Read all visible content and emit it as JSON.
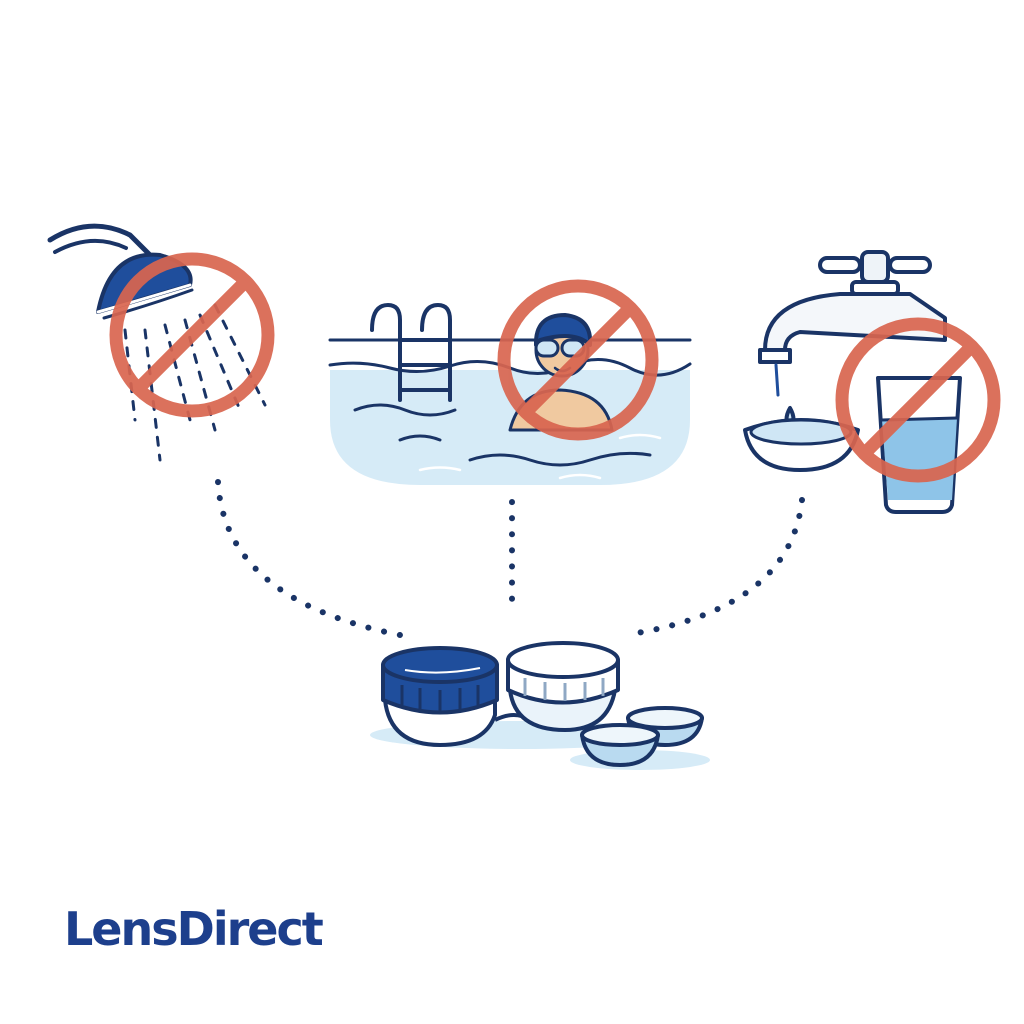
{
  "brand": {
    "logo_text": "LensDirect",
    "color": "#1d3f8c"
  },
  "colors": {
    "outline": "#1a3466",
    "accent_blue": "#1f4e9c",
    "water": "#cfe6f5",
    "prohibition_red": "#d9654f"
  },
  "scenes": [
    {
      "name": "shower",
      "icon": "shower-head-icon",
      "prohibited": true
    },
    {
      "name": "swimming-pool",
      "icon": "swimmer-icon",
      "prohibited": true
    },
    {
      "name": "tap-water",
      "icon": "faucet-icon",
      "prohibited": true
    }
  ],
  "center": {
    "icon": "contact-lens-case-icon"
  }
}
